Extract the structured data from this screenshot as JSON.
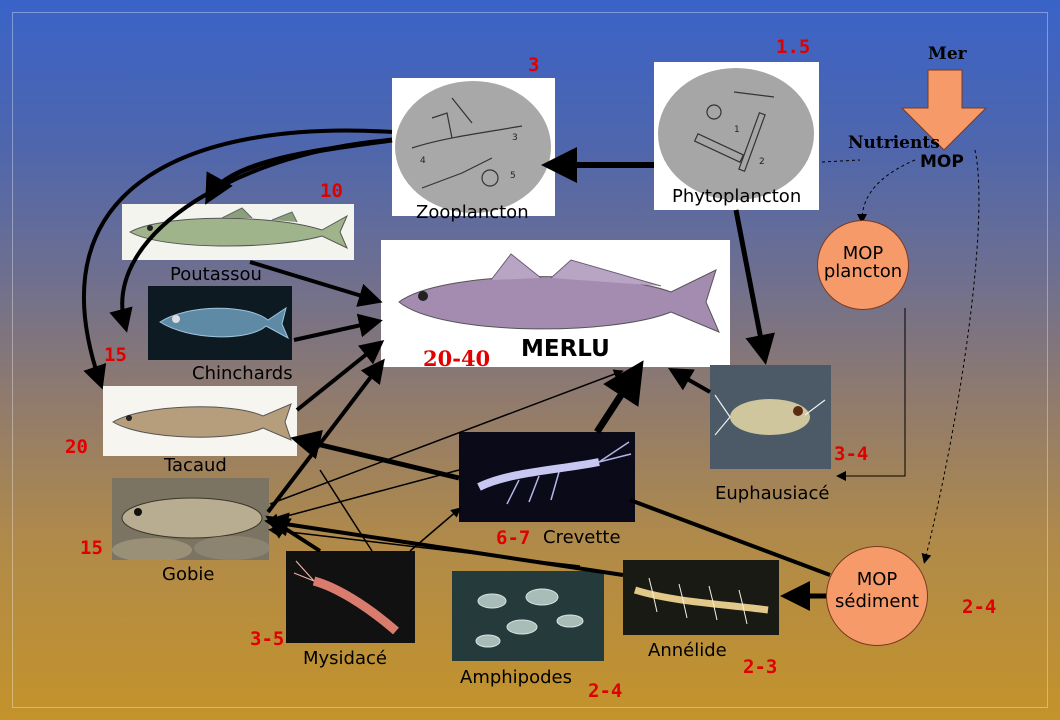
{
  "nodes": {
    "zooplancton": {
      "label": "Zooplancton",
      "value": "3"
    },
    "phytoplancton": {
      "label": "Phytoplancton",
      "value": "1.5"
    },
    "poutassou": {
      "label": "Poutassou",
      "value": "10"
    },
    "chinchards": {
      "label": "Chinchards",
      "value": "15"
    },
    "tacaud": {
      "label": "Tacaud",
      "value": "20"
    },
    "gobie": {
      "label": "Gobie",
      "value": "15"
    },
    "merlu": {
      "label": "MERLU",
      "value": "20-40"
    },
    "crevette": {
      "label": "Crevette",
      "value": "6-7"
    },
    "euphausiace": {
      "label": "Euphausiacé",
      "value": "3-4"
    },
    "mysidace": {
      "label": "Mysidacé",
      "value": "3-5"
    },
    "amphipodes": {
      "label": "Amphipodes",
      "value": "2-4"
    },
    "annelide": {
      "label": "Annélide",
      "value": "2-3"
    }
  },
  "sources": {
    "mer": "Mer",
    "nutrients": "Nutrients",
    "mop": "MOP",
    "mop_plancton": {
      "line1": "MOP",
      "line2": "plancton"
    },
    "mop_sediment": {
      "line1": "MOP",
      "line2": "sédiment",
      "value": "2-4"
    }
  },
  "colors": {
    "label_values": "#e00000",
    "mop_circle": "#f79a6a",
    "mer_arrow": "#f79a6a",
    "edges": "#000000"
  }
}
